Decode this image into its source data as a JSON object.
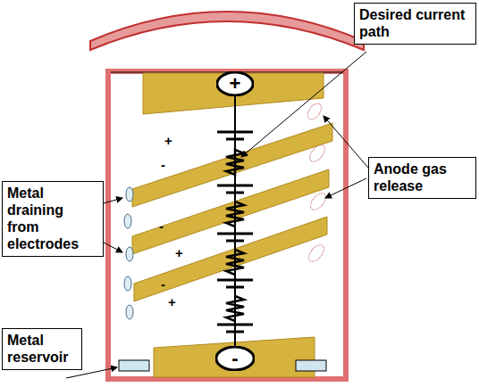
{
  "diagram": {
    "nodes": [
      {
        "text": [
          "Desired current path"
        ]
      },
      {
        "text": [
          "+"
        ]
      },
      {
        "text": [
          "Anode gas release"
        ]
      },
      {
        "text": [
          "Metal draining from electrodes"
        ]
      },
      {
        "text": [
          "-"
        ]
      },
      {
        "text": [
          "Metal reservoir"
        ]
      }
    ],
    "labels": [
      "+",
      "-",
      "-",
      "+",
      "-",
      "+"
    ]
  }
}
